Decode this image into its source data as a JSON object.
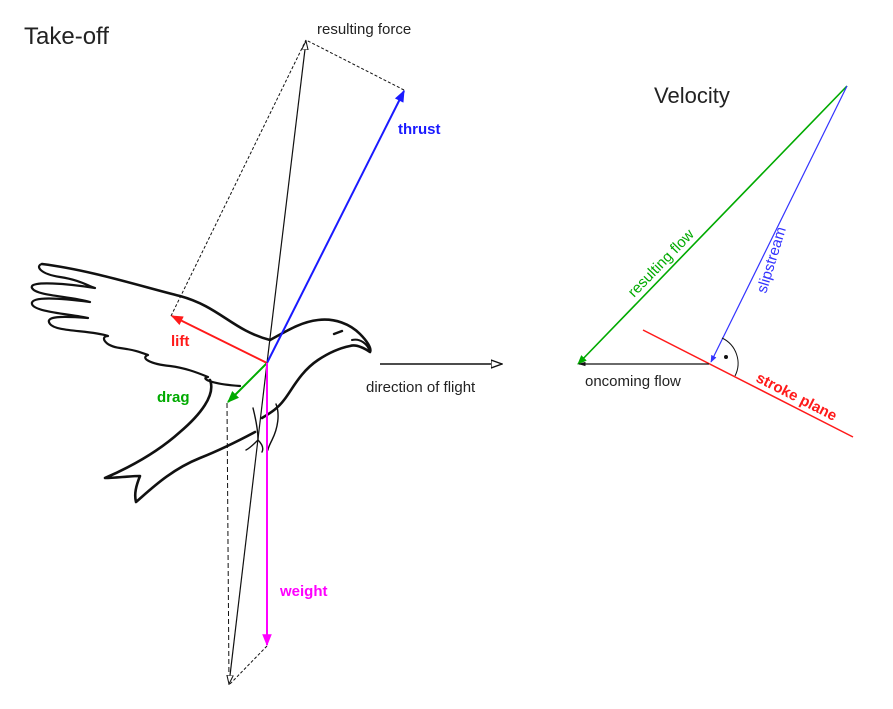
{
  "left_panel": {
    "title": "Take-off",
    "labels": {
      "resulting_force": "resulting force",
      "thrust": "thrust",
      "lift": "lift",
      "drag": "drag",
      "weight": "weight",
      "direction": "direction of flight"
    }
  },
  "right_panel": {
    "title": "Velocity",
    "labels": {
      "resulting_flow": "resulting flow",
      "slipstream": "slipstream",
      "oncoming_flow": "oncoming flow",
      "stroke_plane": "stroke plane"
    }
  },
  "colors": {
    "thrust": "#1a1aff",
    "lift": "#ff1a1a",
    "drag": "#00aa00",
    "weight": "#ff00ff",
    "resulting_flow": "#00aa00",
    "slipstream": "#3333ff",
    "stroke_plane": "#ff1a1a",
    "text": "#222222"
  }
}
